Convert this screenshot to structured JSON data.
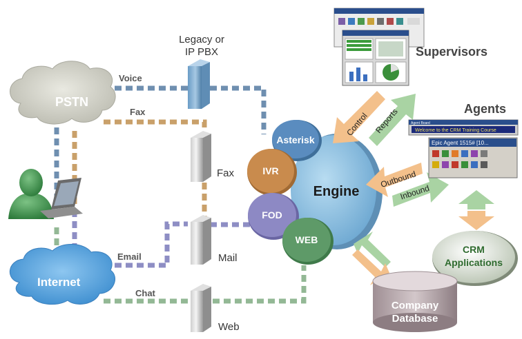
{
  "nodes": {
    "pstn": "PSTN",
    "internet": "Internet",
    "pbx": "Legacy or\nIP PBX",
    "fax": "Fax",
    "mail": "Mail",
    "web": "Web",
    "asterisk": "Asterisk",
    "ivr": "IVR",
    "fod": "FOD",
    "web_bubble": "WEB",
    "engine": "Engine",
    "supervisors": "Supervisors",
    "agents": "Agents",
    "crm": "CRM\nApplications",
    "company_db": "Company\nDatabase"
  },
  "channels": {
    "voice": "Voice",
    "fax": "Fax",
    "email": "Email",
    "chat": "Chat"
  },
  "arrows": {
    "control": "Control",
    "reports": "Reports",
    "outbound": "Outbound",
    "inbound": "Inbound"
  },
  "agent_board": {
    "title": "Agent Board",
    "ticker": "Welcome to the CRM Training Course",
    "window_title": "Epic Agent 1515# [10..."
  },
  "colors": {
    "voice": "#6f8fb0",
    "fax": "#c9a06a",
    "email": "#8e8ec4",
    "chat": "#93b895",
    "asterisk": "#5a8cbf",
    "ivr": "#c98b4d",
    "fod": "#8d89c4",
    "web_bubble": "#5e9a68",
    "engine": "#8fbfde"
  }
}
